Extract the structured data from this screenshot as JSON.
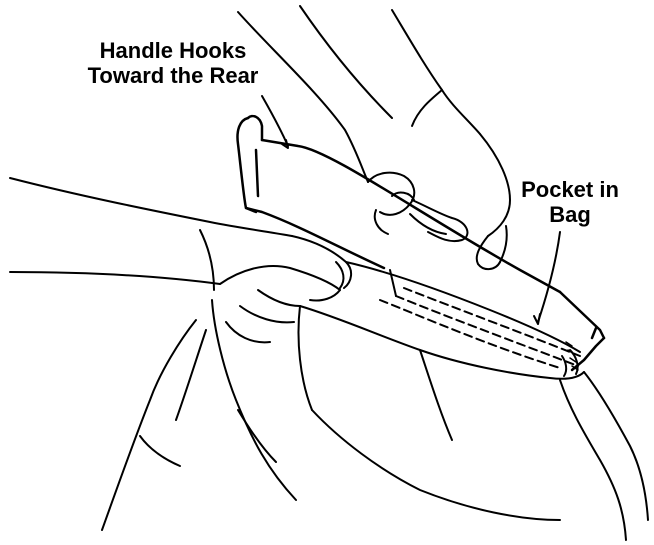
{
  "callouts": {
    "handle": {
      "line1": "Handle Hooks",
      "line2": "Toward the Rear"
    },
    "pocket": {
      "line1": "Pocket in",
      "line2": "Bag"
    }
  },
  "colors": {
    "ink": "#000000",
    "paper": "#ffffff"
  }
}
